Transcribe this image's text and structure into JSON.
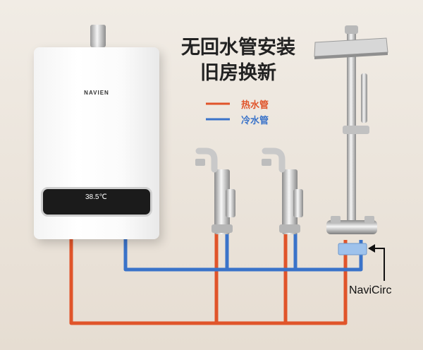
{
  "headline": {
    "line1": "无回水管安装",
    "line2": "旧房换新"
  },
  "legend": {
    "hot_label": "热水管",
    "cold_label": "冷水管"
  },
  "heater": {
    "brand": "NAVIEN",
    "display_temp": "38.5℃"
  },
  "callout": {
    "label": "NaviCirc"
  },
  "colors": {
    "hot_pipe": "#e0542a",
    "cold_pipe": "#3a73c9",
    "background": "#efe9e1",
    "navicirc_valve": "#9ec2ec"
  }
}
